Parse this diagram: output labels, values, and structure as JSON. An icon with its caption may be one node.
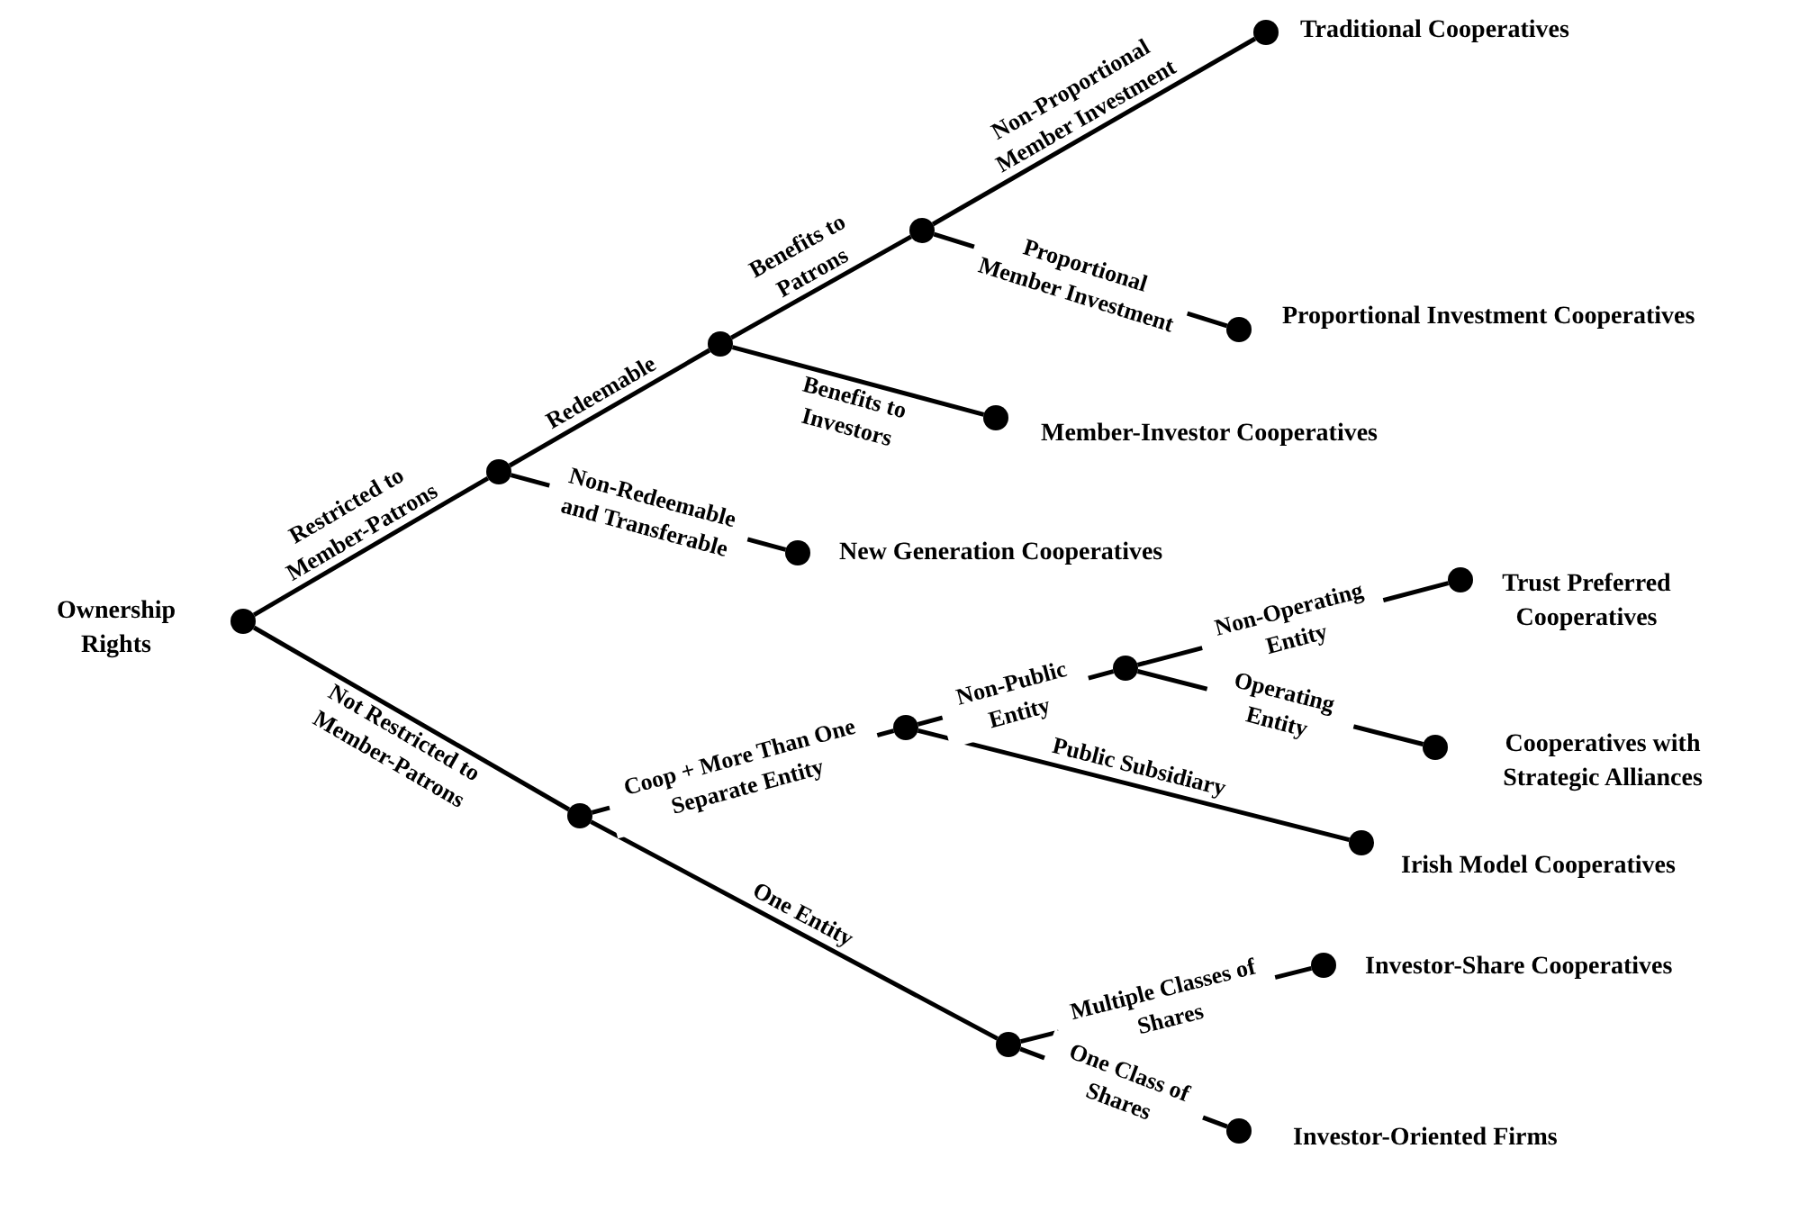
{
  "diagram": {
    "nodes": [
      {
        "text": [],
        "shape": "circle",
        "beside": [
          "Ownership Rights"
        ]
      },
      {
        "text": [],
        "shape": "circle"
      },
      {
        "text": [],
        "shape": "circle"
      },
      {
        "text": [],
        "shape": "circle"
      },
      {
        "text": [],
        "shape": "circle",
        "beside": [
          "Traditional Cooperatives"
        ]
      },
      {
        "text": [],
        "shape": "circle",
        "beside": [
          "Proportional Investment Cooperatives"
        ]
      },
      {
        "text": [],
        "shape": "circle",
        "beside": [
          "Member-Investor Cooperatives"
        ]
      },
      {
        "text": [],
        "shape": "circle",
        "beside": [
          "New Generation Cooperatives"
        ]
      },
      {
        "text": [],
        "shape": "circle"
      },
      {
        "text": [],
        "shape": "circle"
      },
      {
        "text": [],
        "shape": "circle"
      },
      {
        "text": [],
        "shape": "circle",
        "beside": [
          "Trust Preferred Cooperatives"
        ]
      },
      {
        "text": [],
        "shape": "circle",
        "beside": [
          "Cooperatives with Strategic Alliances"
        ]
      },
      {
        "text": [],
        "shape": "circle",
        "beside": [
          "Irish Model Cooperatives"
        ]
      },
      {
        "text": [],
        "shape": "circle"
      },
      {
        "text": [],
        "shape": "circle",
        "beside": [
          "Investor-Share Cooperatives"
        ]
      },
      {
        "text": [],
        "shape": "circle",
        "beside": [
          "Investor-Oriented Firms"
        ]
      }
    ],
    "edges": [
      {
        "from": 0,
        "to": 1,
        "arrow": "none",
        "label": "Restricted to Member-Patrons"
      },
      {
        "from": 1,
        "to": 2,
        "arrow": "none",
        "label": "Redeemable"
      },
      {
        "from": 2,
        "to": 3,
        "arrow": "none",
        "label": "Benefits to Patrons"
      },
      {
        "from": 3,
        "to": 4,
        "arrow": "none",
        "label": "Non-Proportional Member Investment"
      },
      {
        "from": 3,
        "to": 5,
        "arrow": "none",
        "label": "Proportional Member Investment"
      },
      {
        "from": 2,
        "to": 6,
        "arrow": "none",
        "label": "Benefits to Investors"
      },
      {
        "from": 1,
        "to": 7,
        "arrow": "none",
        "label": "Non-Redeemable and Transferable"
      },
      {
        "from": 0,
        "to": 8,
        "arrow": "none",
        "label": "Not Restricted to Member-Patrons"
      },
      {
        "from": 8,
        "to": 9,
        "arrow": "none",
        "label": "Coop + More Than One Separate Entity"
      },
      {
        "from": 9,
        "to": 10,
        "arrow": "none",
        "label": "Non-Public Entity"
      },
      {
        "from": 10,
        "to": 11,
        "arrow": "none",
        "label": "Non-Operating Entity"
      },
      {
        "from": 10,
        "to": 12,
        "arrow": "none",
        "label": "Operating Entity"
      },
      {
        "from": 9,
        "to": 13,
        "arrow": "none",
        "label": "Public Subsidiary"
      },
      {
        "from": 8,
        "to": 14,
        "arrow": "none",
        "label": "One Entity"
      },
      {
        "from": 14,
        "to": 15,
        "arrow": "none",
        "label": "Multiple Classes of Shares"
      },
      {
        "from": 14,
        "to": 16,
        "arrow": "none",
        "label": "One Class of Shares"
      }
    ]
  }
}
